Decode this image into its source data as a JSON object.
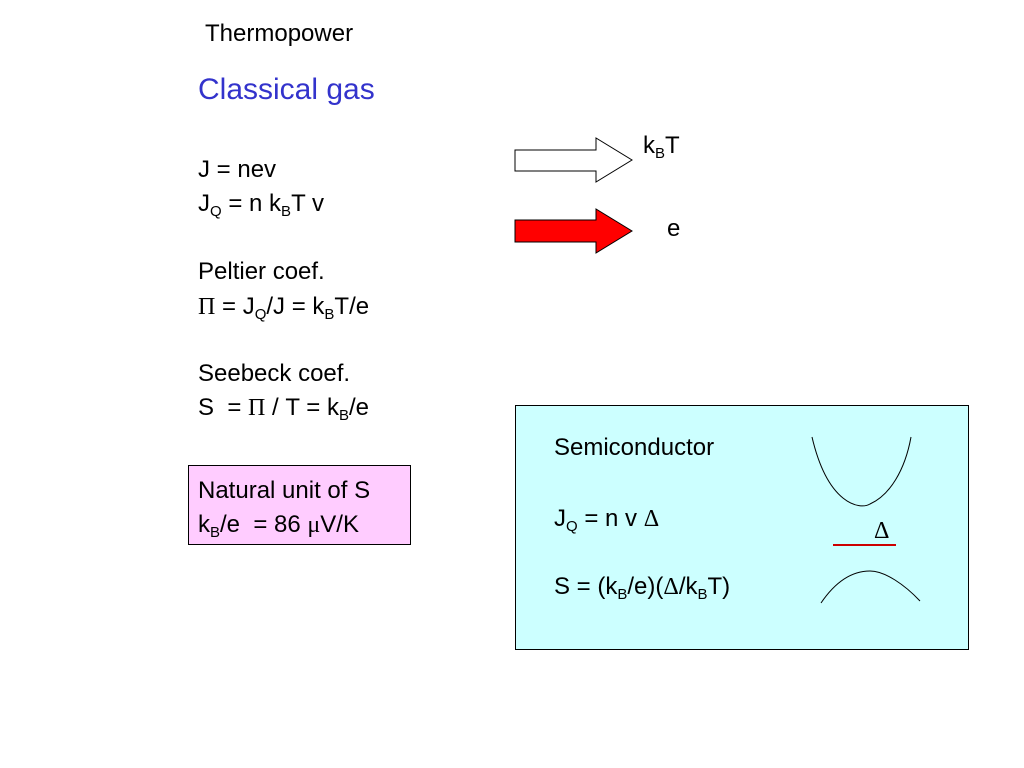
{
  "title": "Thermopower",
  "subtitle": "Classical gas",
  "eq_current": {
    "lhs": "J",
    "rhs": "= nev"
  },
  "eq_heat": {
    "j": "J",
    "q": "Q",
    "mid": " = n k",
    "b": "B",
    "end": "T v"
  },
  "peltier": {
    "label": "Peltier coef.",
    "pi": "Π",
    "p1": " = J",
    "q": "Q",
    "p2": "/J = k",
    "b": "B",
    "p3": "T/e"
  },
  "seebeck": {
    "label": "Seebeck coef.",
    "s1": "S  = ",
    "pi": "Π",
    "s2": " / T = k",
    "b": "B",
    "s3": "/e"
  },
  "natural_unit": {
    "line1": "Natural unit of S",
    "k": "k",
    "b": "B",
    "mid": "/e  = 86 ",
    "mu": "μ",
    "end": "V/K"
  },
  "arrows": {
    "upper_label": {
      "k": "k",
      "b": "B",
      "t": "T"
    },
    "lower_label": "e",
    "colors": {
      "outline": "#000000",
      "fill_upper": "#ffffff",
      "fill_lower": "#ff0000"
    }
  },
  "semiconductor": {
    "label": "Semiconductor",
    "jq": {
      "j": "J",
      "q": "Q",
      "mid": " = n v ",
      "delta": "Δ"
    },
    "s": {
      "p1": "S = (k",
      "b1": "B",
      "p2": "/e)(",
      "delta": "Δ",
      "p3": "/k",
      "b2": "B",
      "p4": "T)"
    },
    "gap_symbol": "Δ",
    "colors": {
      "box": "#ccffff",
      "gap_line": "#cc0000"
    }
  },
  "colors": {
    "subtitle": "#3333cc",
    "pink_box": "#ffccff"
  }
}
